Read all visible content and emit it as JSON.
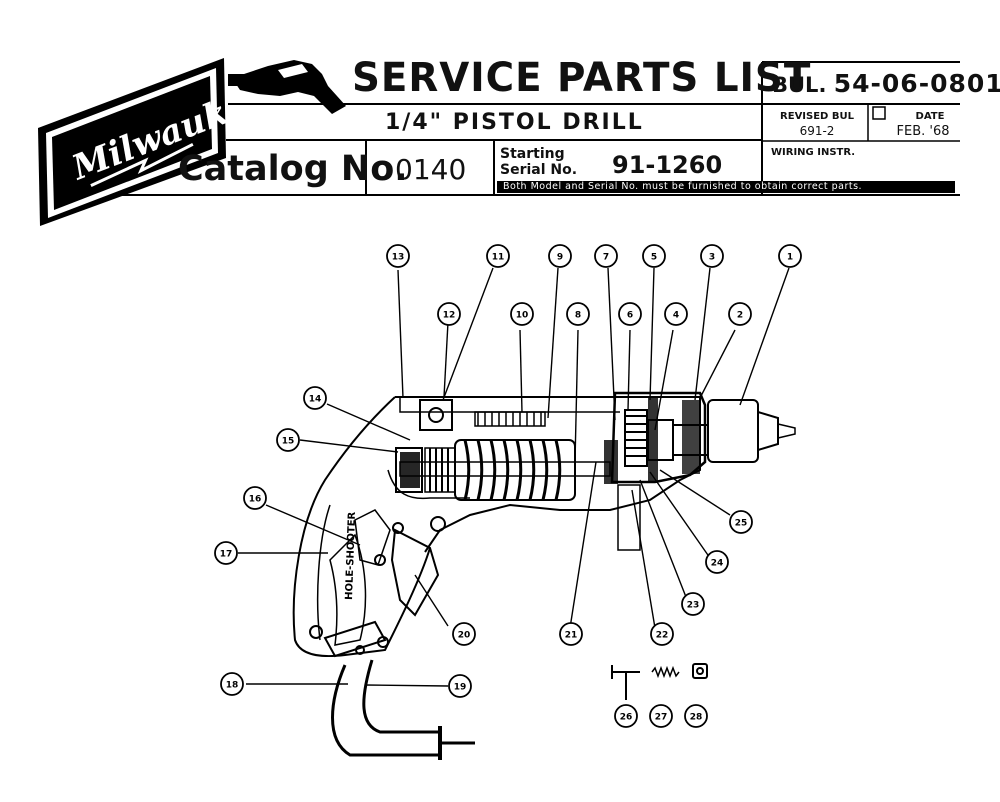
{
  "brand": {
    "logo_text": "Milwaukee"
  },
  "header": {
    "title": "SERVICE PARTS LIST",
    "subtitle": "1/4\" PISTOL DRILL",
    "catalog_label": "Catalog No.",
    "catalog_number": "0140",
    "starting_serial_label": "Starting Serial No.",
    "starting_serial": "91-1260",
    "note": "Both Model and Serial No. must be furnished to obtain correct parts.",
    "bulletin_prefix": "BUL.",
    "bulletin_number": "54-06-0801",
    "revised_label": "REVISED BUL",
    "revised_value": "691-2",
    "date_label": "DATE",
    "date_value": "FEB. '68",
    "wiring_label": "WIRING INSTR."
  },
  "diagram": {
    "handle_label": "HOLE-SHOOTER",
    "callouts": [
      "1",
      "2",
      "3",
      "4",
      "5",
      "6",
      "7",
      "8",
      "9",
      "10",
      "11",
      "12",
      "13",
      "14",
      "15",
      "16",
      "17",
      "18",
      "19",
      "20",
      "21",
      "22",
      "23",
      "24",
      "25",
      "26",
      "27",
      "28"
    ]
  }
}
